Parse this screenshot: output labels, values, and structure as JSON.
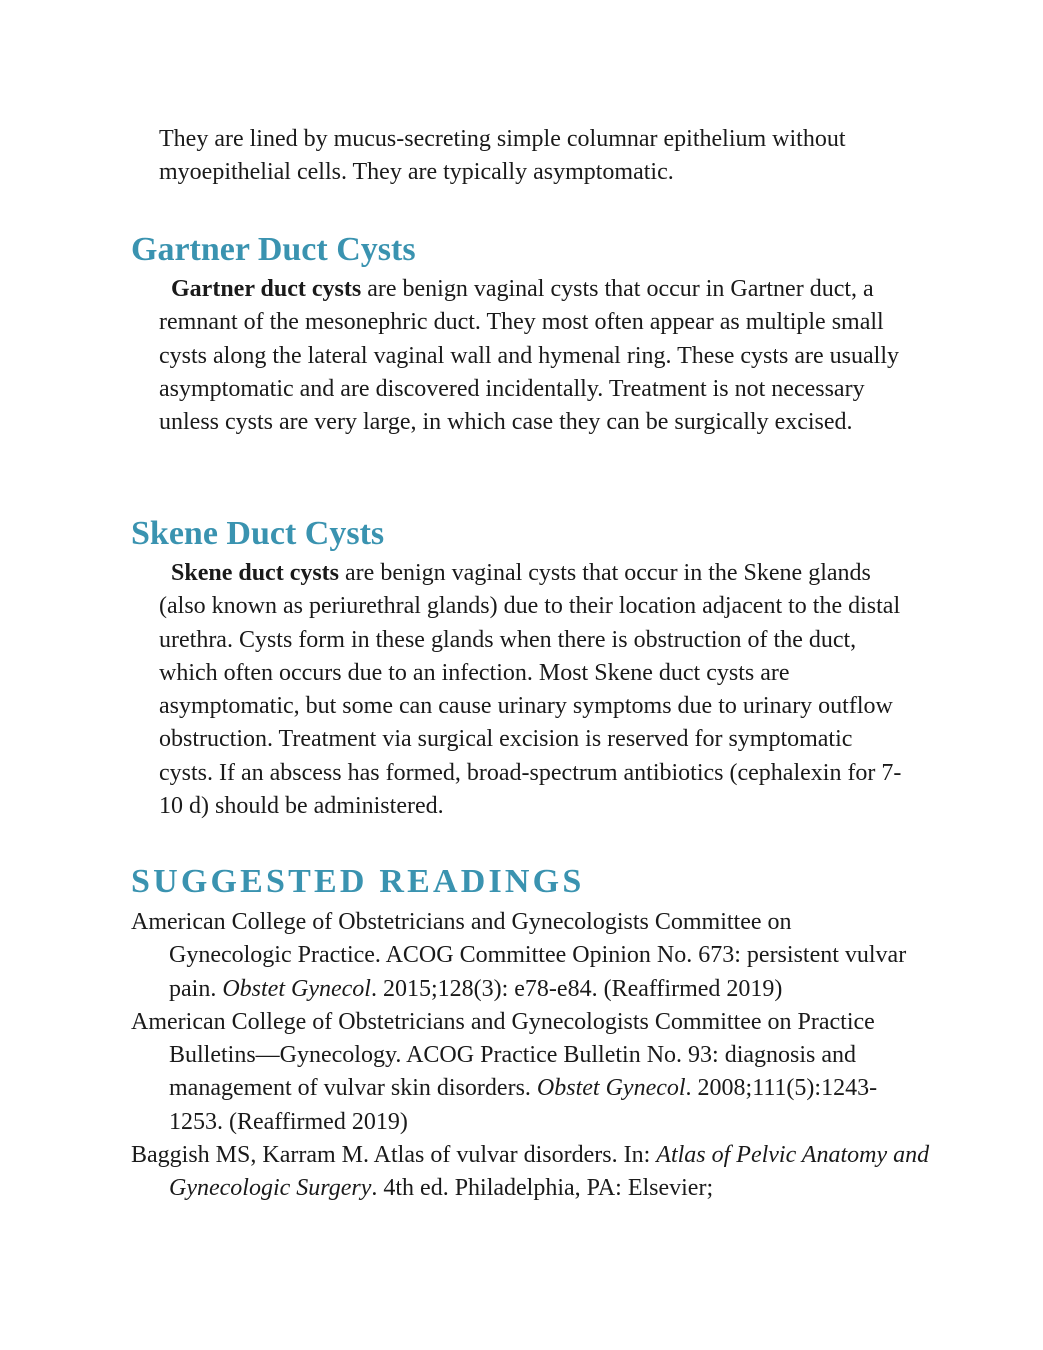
{
  "intro": {
    "text": "They are lined by mucus-secreting simple columnar epithelium without myoepithelial cells. They are typically asymptomatic."
  },
  "gartner": {
    "heading": "Gartner Duct Cysts",
    "term": "Gartner duct cysts",
    "body": " are benign vaginal cysts that occur in Gartner duct, a remnant of the mesonephric duct. They most often appear as multiple small cysts along the lateral vaginal wall and hymenal ring. These cysts are usually asymptomatic and are discovered incidentally. Treatment is not necessary unless cysts are very large, in which case they can be surgically excised."
  },
  "skene": {
    "heading": "Skene Duct Cysts",
    "term": "Skene duct cysts",
    "body": " are benign vaginal cysts that occur in the Skene glands (also known as periurethral glands) due to their location adjacent to the distal urethra. Cysts form in these glands when there is obstruction of the duct, which often occurs due to an infection. Most Skene duct cysts are asymptomatic, but some can cause urinary symptoms due to urinary outflow obstruction. Treatment via surgical excision is reserved for symptomatic cysts. If an abscess has formed, broad-spectrum antibiotics (cephalexin for 7-10 d) should be administered."
  },
  "readings": {
    "heading": "SUGGESTED READINGS",
    "items": [
      {
        "pre": "American College of Obstetricians and Gynecologists Committee on Gynecologic Practice. ACOG Committee Opinion No. 673: persistent vulvar pain. ",
        "journal": "Obstet Gynecol",
        "post": ". 2015;128(3): e78-e84. (Reaffirmed 2019)"
      },
      {
        "pre": "American College of Obstetricians and Gynecologists Committee on Practice Bulletins—Gynecology. ACOG Practice Bulletin No. 93: diagnosis and management of vulvar skin disorders. ",
        "journal": "Obstet Gynecol",
        "post": ". 2008;111(5):1243-1253. (Reaffirmed 2019)"
      },
      {
        "pre": "Baggish MS, Karram M. Atlas of vulvar disorders. In: ",
        "journal": "Atlas of Pelvic Anatomy and Gynecologic Surgery",
        "post": ". 4th ed. Philadelphia, PA: Elsevier;"
      }
    ]
  },
  "colors": {
    "heading": "#3a93b0",
    "text": "#1a1a1a"
  }
}
